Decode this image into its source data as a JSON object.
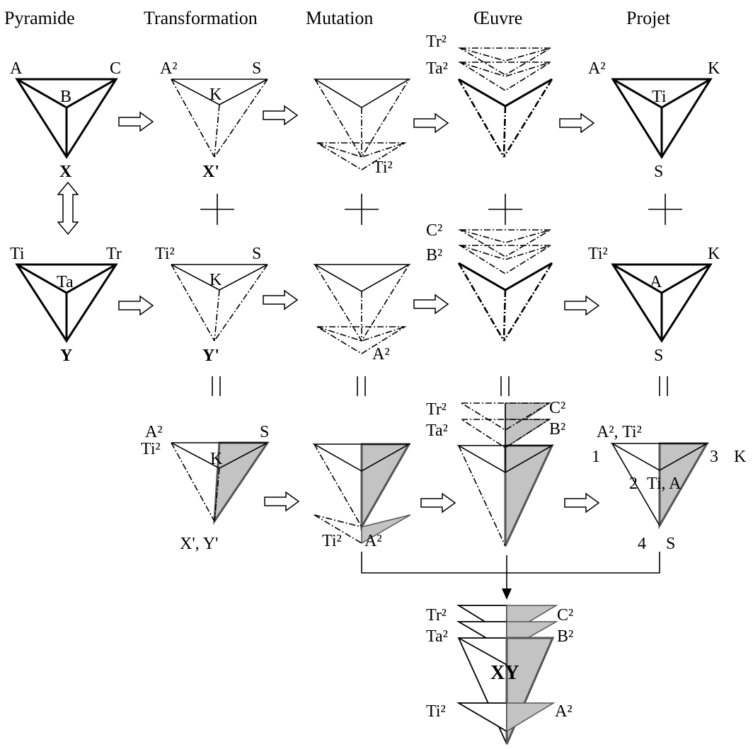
{
  "headers": {
    "pyramide": "Pyramide",
    "transformation": "Transformation",
    "mutation": "Mutation",
    "oeuvre": "Œuvre",
    "projet": "Projet"
  },
  "row1": {
    "a": "A",
    "c": "C",
    "b": "B",
    "x": "X",
    "t_a2": "A²",
    "t_s": "S",
    "t_k": "K",
    "t_x": "X'",
    "m_ti2": "Ti²",
    "o_tr2": "Tr²",
    "o_ta2": "Ta²",
    "p_a2": "A²",
    "p_k": "K",
    "p_ti": "Ti",
    "p_s": "S"
  },
  "row2": {
    "ti": "Ti",
    "tr": "Tr",
    "ta": "Ta",
    "y": "Y",
    "t_ti2": "Ti²",
    "t_s": "S",
    "t_k": "K",
    "t_y": "Y'",
    "m_a2": "A²",
    "o_c2": "C²",
    "o_b2": "B²",
    "p_ti2": "Ti²",
    "p_k": "K",
    "p_a": "A",
    "p_s": "S"
  },
  "row3": {
    "t_a2": "A²",
    "t_ti2": "Ti²",
    "t_s": "S",
    "t_k": "K",
    "t_xy": "X', Y'",
    "m_ti2": "Ti²",
    "m_a2": "A²",
    "o_tr2": "Tr²",
    "o_ta2": "Ta²",
    "o_c2": "C²",
    "o_b2": "B²",
    "p_a2ti2": "A², Ti²",
    "p_1": "1",
    "p_3": "3",
    "p_k": "K",
    "p_2": "2",
    "p_tia": "Ti, A",
    "p_4": "4",
    "p_s": "S"
  },
  "result": {
    "tr2": "Tr²",
    "c2": "C²",
    "ta2": "Ta²",
    "b2": "B²",
    "xy": "XY",
    "ti2": "Ti²",
    "a2": "A²"
  },
  "colors": {
    "shade": "#c3c3c3",
    "line": "#000000"
  }
}
